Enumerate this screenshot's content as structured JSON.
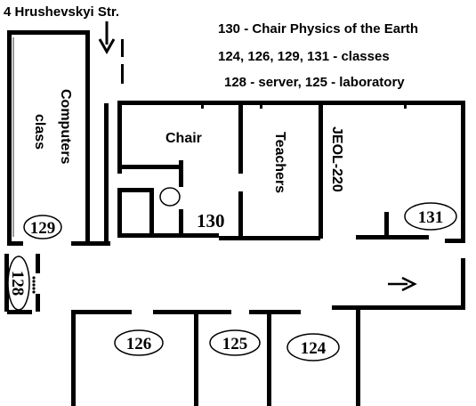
{
  "header": {
    "street": "4 Hrushevskyi Str.",
    "legend": [
      "130 - Chair Physics of the Earth",
      "124, 126, 129, 131  - classes",
      "128 - server, 125 - laboratory"
    ]
  },
  "rooms": {
    "computers_class": [
      "Computers",
      "class"
    ],
    "chair": "Chair",
    "teachers": "Teachers",
    "jeol": "JEOL-220",
    "r129": "129",
    "r128": "128",
    "r130": "130",
    "r131": "131",
    "r126": "126",
    "r125": "125",
    "r124": "124"
  },
  "icons": {
    "entrance": "down-arrow-icon",
    "direction": "right-arrow-icon"
  },
  "colors": {
    "wall": "#000000",
    "background": "#ffffff",
    "window": "#777777"
  }
}
